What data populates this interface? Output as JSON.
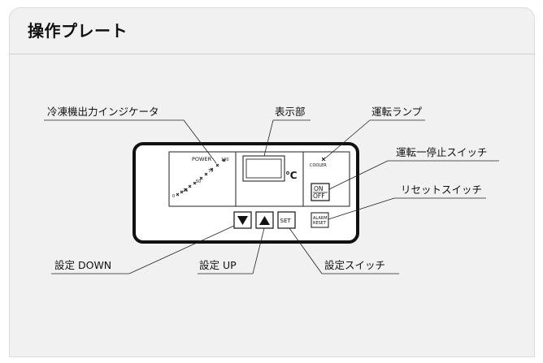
{
  "title": "操作プレート",
  "labels": {
    "freezer_indicator": "冷凍機出力インジケータ",
    "display": "表示部",
    "run_lamp": "運転ランプ",
    "run_stop_switch": "運転一停止スイッチ",
    "reset_switch": "リセットスイッチ",
    "set_down": "設定 DOWN",
    "set_up": "設定 UP",
    "set_switch": "設定スイッチ"
  },
  "panel": {
    "power": "POWER",
    "scale": [
      "0",
      "25",
      "50",
      "75",
      "100"
    ],
    "unit": "℃",
    "cooler": "COOLER",
    "on": "ON",
    "off": "OFF",
    "alarm": "ALARM",
    "reset": "RESET",
    "set": "SET",
    "down_symbol": "▼",
    "up_symbol": "▲"
  }
}
